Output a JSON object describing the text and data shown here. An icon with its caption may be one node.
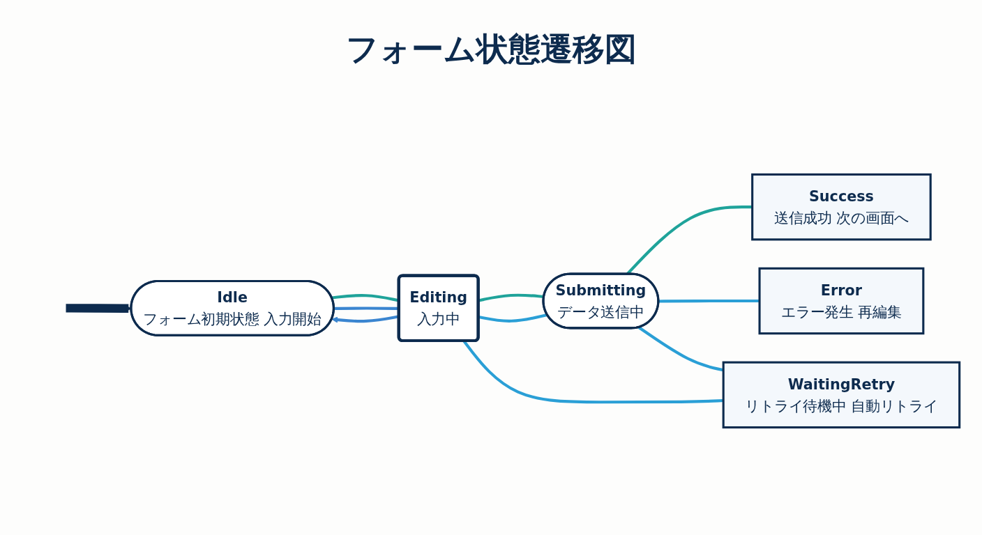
{
  "diagram": {
    "title": "フォーム状態遷移図",
    "nodes": [
      {
        "text": [
          "Idle",
          "フォーム初期状態 入力開始"
        ]
      },
      {
        "text": [
          "Editing",
          "入力中"
        ]
      },
      {
        "text": [
          "Submitting",
          "データ送信中"
        ]
      },
      {
        "text": [
          "Success",
          "送信成功 次の画面へ"
        ]
      },
      {
        "text": [
          "Error",
          "エラー発生 再編集"
        ]
      },
      {
        "text": [
          "WaitingRetry",
          "リトライ待機中 自動リトライ"
        ]
      }
    ],
    "edges": [
      {
        "from": null,
        "to": 0,
        "arrow": "to",
        "style": "thick",
        "color": "#0d2b4e"
      },
      {
        "from": 0,
        "to": 1,
        "arrow": "none",
        "color": "#1fa39a"
      },
      {
        "from": 0,
        "to": 1,
        "arrow": "none",
        "color": "#3a85d0"
      },
      {
        "from": 1,
        "to": 0,
        "arrow": "to",
        "color": "#3a85d0"
      },
      {
        "from": 1,
        "to": 2,
        "arrow": "none",
        "color": "#1fa39a"
      },
      {
        "from": 1,
        "to": 2,
        "arrow": "none"
      },
      {
        "from": 2,
        "to": 3,
        "arrow": "none",
        "color": "#1fa39a"
      },
      {
        "from": 2,
        "to": 4,
        "arrow": "none"
      },
      {
        "from": 2,
        "to": 5,
        "arrow": "none"
      },
      {
        "from": 5,
        "to": 1,
        "arrow": "none"
      }
    ]
  }
}
